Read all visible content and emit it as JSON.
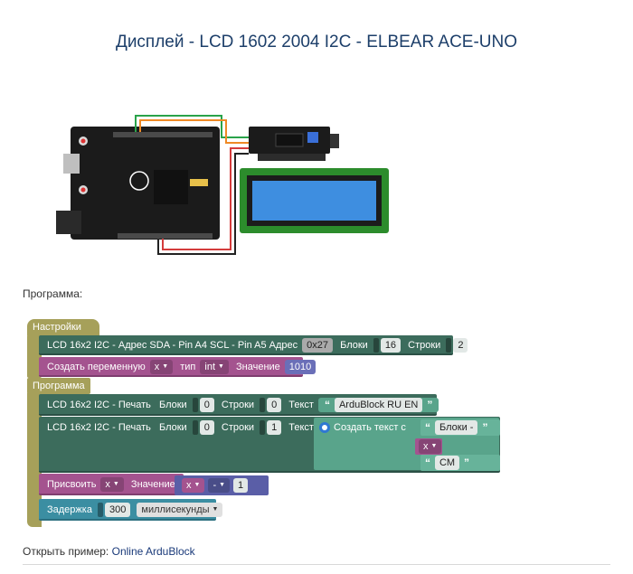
{
  "page": {
    "title": "Дисплей - LCD 1602 2004 I2C - ELBEAR ACE-UNO",
    "program_label": "Программа:",
    "open_example_prefix": "Открыть пример: ",
    "open_example_link": "Online ArduBlock"
  },
  "blocks": {
    "settings": {
      "header": "Настройки",
      "lcd_init": {
        "text": "LCD 16x2 I2C - Адрес  SDA - Pin A4 SCL - Pin A5 Адрес",
        "address": "0x27",
        "cols_label": "Блоки",
        "cols": "16",
        "rows_label": "Строки",
        "rows": "2"
      },
      "create_var": {
        "text": "Создать переменную",
        "var": "x",
        "type_label": "тип",
        "type": "int",
        "value_label": "Значение",
        "value": "1010"
      }
    },
    "program": {
      "header": "Программа",
      "print1": {
        "text": "LCD 16x2 I2C - Печать",
        "cols_label": "Блоки",
        "cols": "0",
        "rows_label": "Строки",
        "rows": "0",
        "text_label": "Текст",
        "value": "ArduBlock RU EN"
      },
      "print2": {
        "text": "LCD 16x2 I2C - Печать",
        "cols_label": "Блоки",
        "cols": "0",
        "rows_label": "Строки",
        "rows": "1",
        "text_label": "Текст",
        "create_text": "Создать текст с",
        "part1": "Блоки -",
        "part2": "x",
        "part3": "СМ"
      },
      "assign": {
        "text": "Присвоить",
        "var": "x",
        "value_label": "Значение",
        "op_var": "x",
        "op": "-",
        "op_value": "1"
      },
      "delay": {
        "text": "Задержка",
        "value": "300",
        "unit": "миллисекунды"
      }
    }
  },
  "colors": {
    "title": "#1d3f6a",
    "olive": "#a6a05a",
    "teal": "#3c6c5c",
    "purple": "#a4538f",
    "indigo": "#5a5ea7",
    "sky": "#3b8ea2",
    "lcd_screen": "#3e8ee0",
    "pcb": "#1a1a1a"
  }
}
